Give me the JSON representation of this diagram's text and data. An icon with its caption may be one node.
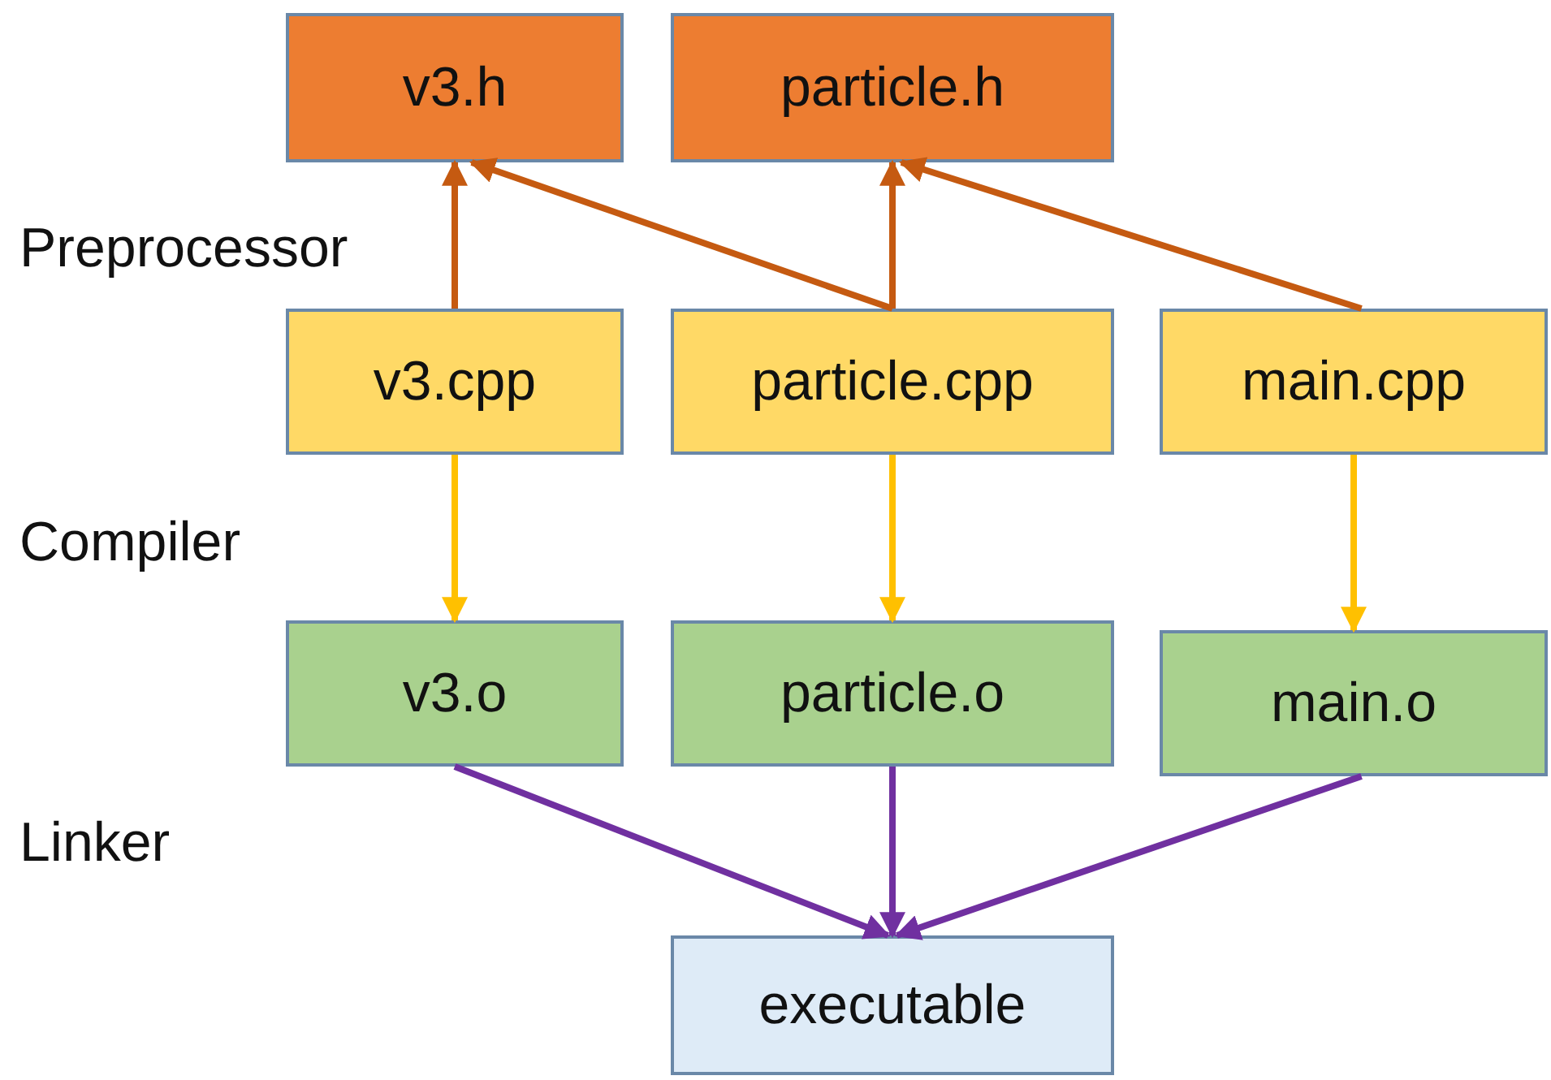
{
  "diagram": {
    "nodes": [
      {
        "text": [
          "v3.h"
        ]
      },
      {
        "text": [
          "particle.h"
        ]
      },
      {
        "text": [
          "v3.cpp"
        ]
      },
      {
        "text": [
          "particle.cpp"
        ]
      },
      {
        "text": [
          "main.cpp"
        ]
      },
      {
        "text": [
          "v3.o"
        ]
      },
      {
        "text": [
          "particle.o"
        ]
      },
      {
        "text": [
          "main.o"
        ]
      },
      {
        "text": [
          "executable"
        ]
      }
    ],
    "edges": [
      {
        "from": 2,
        "to": 0,
        "arrow": "to",
        "color": "#c55a11"
      },
      {
        "from": 3,
        "to": 0,
        "arrow": "to",
        "color": "#c55a11"
      },
      {
        "from": 3,
        "to": 1,
        "arrow": "to",
        "color": "#c55a11"
      },
      {
        "from": 4,
        "to": 1,
        "arrow": "to",
        "color": "#c55a11"
      },
      {
        "from": 2,
        "to": 5,
        "arrow": "to",
        "color": "#ffc000"
      },
      {
        "from": 3,
        "to": 6,
        "arrow": "to",
        "color": "#ffc000"
      },
      {
        "from": 4,
        "to": 7,
        "arrow": "to",
        "color": "#ffc000"
      },
      {
        "from": 5,
        "to": 8,
        "arrow": "to",
        "color": "#7030a0"
      },
      {
        "from": 6,
        "to": 8,
        "arrow": "to",
        "color": "#7030a0"
      },
      {
        "from": 7,
        "to": 8,
        "arrow": "to",
        "color": "#7030a0"
      }
    ],
    "labels": [
      "Preprocessor",
      "Compiler",
      "Linker"
    ]
  }
}
